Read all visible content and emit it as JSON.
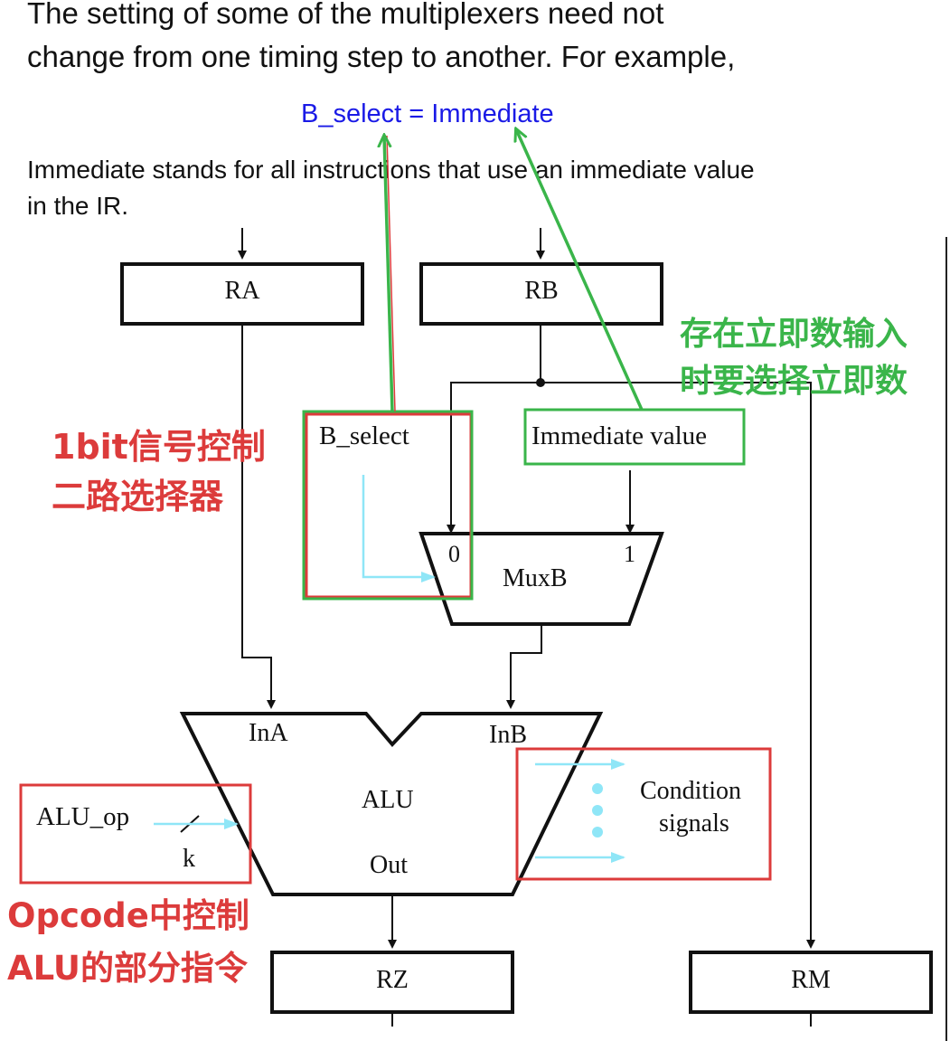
{
  "slide": {
    "para1_line1": "The setting of some of the multiplexers need not",
    "para1_line2": "change from one timing step to another. For example,",
    "formula": "B_select = Immediate",
    "para2_line1": "Immediate stands for all instructions that use an immediate value",
    "para2_line2": "in the IR."
  },
  "diagram": {
    "reg_ra": "RA",
    "reg_rb": "RB",
    "reg_rz": "RZ",
    "reg_rm": "RM",
    "b_select": "B_select",
    "immediate_value": "Immediate value",
    "mux_label": "MuxB",
    "mux_in0": "0",
    "mux_in1": "1",
    "alu_label": "ALU",
    "alu_ina": "InA",
    "alu_inb": "InB",
    "alu_out": "Out",
    "alu_op": "ALU_op",
    "alu_op_width": "k",
    "condition_line1": "Condition",
    "condition_line2": "signals"
  },
  "annotations": {
    "green_line1": "存在立即数输入",
    "green_line2": "时要选择立即数",
    "red_bsel_line1": "1bit信号控制",
    "red_bsel_line2": "二路选择器",
    "red_alu_line1": "Opcode中控制",
    "red_alu_line2": "ALU的部分指令"
  },
  "colors": {
    "annotation_green": "#3ab54a",
    "annotation_red": "#dc3b3b",
    "formula_blue": "#1a1ae6",
    "signal_cyan": "#8fe6f7"
  }
}
